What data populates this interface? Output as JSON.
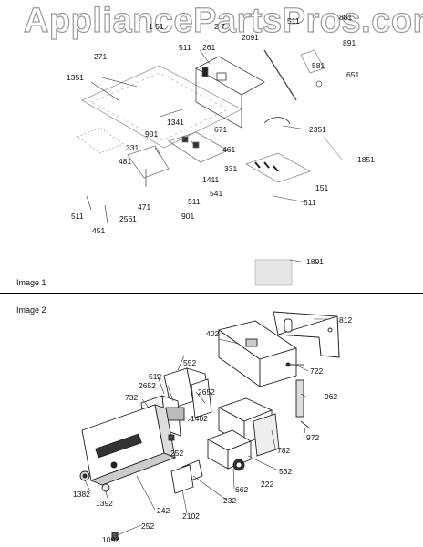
{
  "watermark": "AppliancePartsPros.com",
  "image1": {
    "label": "Image 1",
    "callouts": [
      "1 51",
      "2 7",
      "511",
      "881",
      "891",
      "2091",
      "261",
      "511",
      "271",
      "581",
      "651",
      "1351",
      "1341",
      "671",
      "2351",
      "901",
      "461",
      "331",
      "1411",
      "331",
      "481",
      "1851",
      "541",
      "151",
      "471",
      "511",
      "901",
      "511",
      "511",
      "2561",
      "451",
      "1891"
    ]
  },
  "image2": {
    "label": "Image 2",
    "callouts": [
      "812",
      "402",
      "722",
      "552",
      "512",
      "2652",
      "2652",
      "732",
      "962",
      "1402",
      "252",
      "972",
      "782",
      "532",
      "1382",
      "662",
      "222",
      "1392",
      "232",
      "242",
      "2102",
      "252",
      "1092"
    ]
  }
}
